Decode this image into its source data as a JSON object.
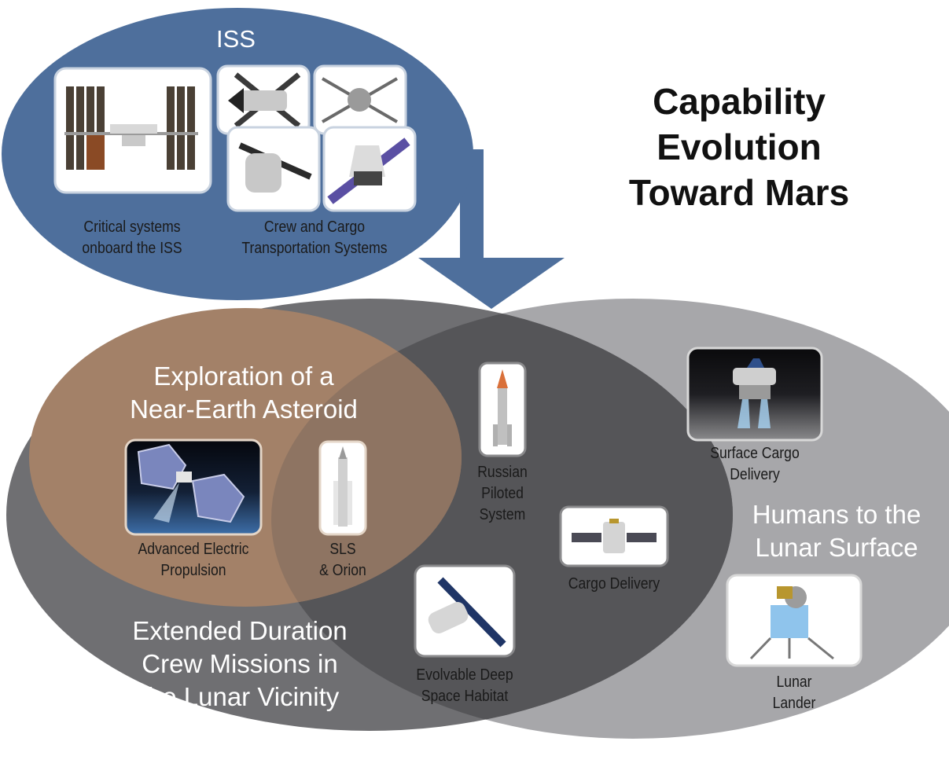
{
  "title": "Capability\nEvolution\nToward Mars",
  "iss": {
    "heading": "ISS",
    "critical_label": "Critical systems\nonboard the ISS",
    "transport_label": "Crew and Cargo\nTransportation Systems"
  },
  "asteroid": {
    "heading": "Exploration of a\nNear-Earth Asteroid",
    "sep_label": "Advanced Electric\nPropulsion",
    "sls_label": "SLS\n& Orion"
  },
  "lunar_vicinity": {
    "heading": "Extended Duration\nCrew Missions in\nthe Lunar Vicinity",
    "habitat_label": "Evolvable Deep\nSpace Habitat"
  },
  "overlap": {
    "russian_label": "Russian\nPiloted\nSystem",
    "cargo_label": "Cargo Delivery"
  },
  "lunar_surface": {
    "heading": "Humans to the\nLunar Surface",
    "surface_cargo_label": "Surface Cargo\nDelivery",
    "lander_label": "Lunar\nLander"
  },
  "colors": {
    "iss_blue": "#4e6f9c",
    "vicinity_gray": "#6f6f72",
    "surface_gray": "#a7a7aa",
    "overlap_gray": "#555558",
    "asteroid_tan": "#a38168"
  }
}
